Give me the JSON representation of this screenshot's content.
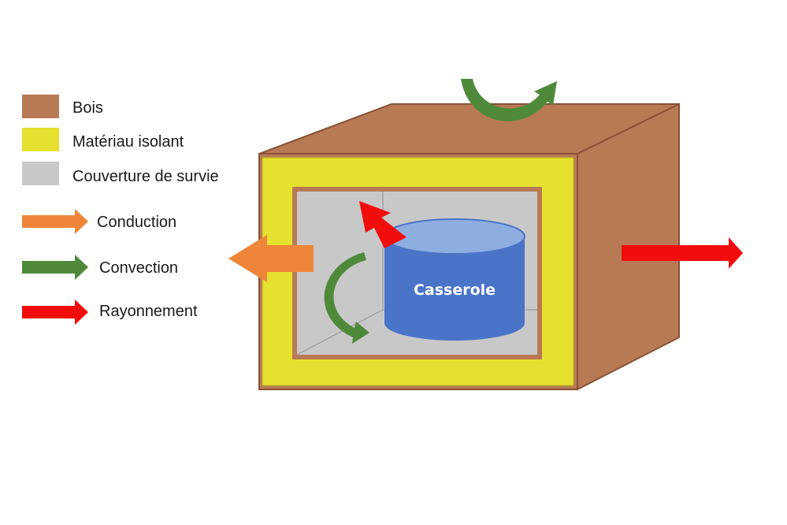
{
  "legend": {
    "materials": [
      {
        "label": "Bois",
        "color": "#b87a55"
      },
      {
        "label": "Matériau isolant",
        "color": "#e6e02e"
      },
      {
        "label": "Couverture de survie",
        "color": "#c8c8c8"
      }
    ],
    "transfers": [
      {
        "label": "Conduction",
        "color": "#ef8538"
      },
      {
        "label": "Convection",
        "color": "#4f8a3b"
      },
      {
        "label": "Rayonnement",
        "color": "#f20d0d"
      }
    ]
  },
  "pot": {
    "label": "Casserole",
    "color": "#4a74c8",
    "top_color": "#8faee0"
  },
  "colors": {
    "wood": "#b87a55",
    "wood_dark": "#8a5236",
    "insulation": "#e6e02e",
    "blanket": "#c8c8c8"
  }
}
